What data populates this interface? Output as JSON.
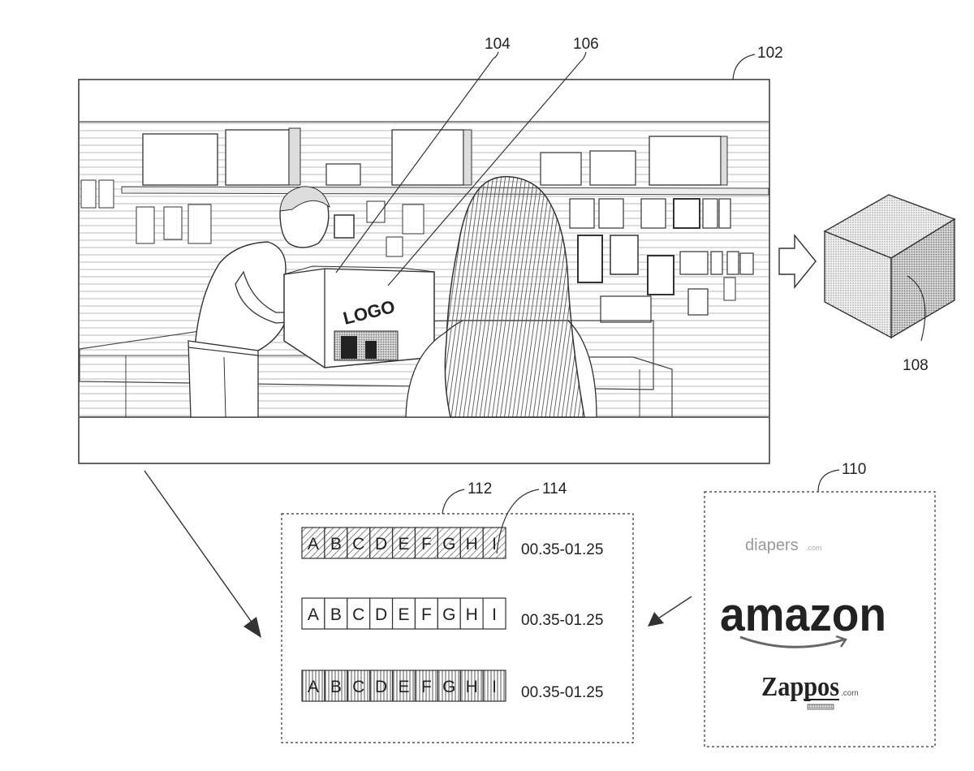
{
  "reference_labels": {
    "video_frame": "102",
    "box_surface_leader": "104",
    "logo_leader": "106",
    "cube_model": "108",
    "retailer_panel": "110",
    "segment_panel": "112",
    "cell_leader": "114"
  },
  "scene": {
    "box_logo_text": "LOGO"
  },
  "segments": {
    "rows": [
      {
        "cells": [
          "A",
          "B",
          "C",
          "D",
          "E",
          "F",
          "G",
          "H",
          "I"
        ],
        "range": "00.35-01.25",
        "fill": "diagonal-hatch"
      },
      {
        "cells": [
          "A",
          "B",
          "C",
          "D",
          "E",
          "F",
          "G",
          "H",
          "I"
        ],
        "range": "00.35-01.25",
        "fill": "none"
      },
      {
        "cells": [
          "A",
          "B",
          "C",
          "D",
          "E",
          "F",
          "G",
          "H",
          "I"
        ],
        "range": "00.35-01.25",
        "fill": "vertical-hatch"
      }
    ]
  },
  "retailers": {
    "items": [
      {
        "name": "diapers",
        "suffix": ".com"
      },
      {
        "name": "amazon"
      },
      {
        "name": "Zappos",
        "suffix": ".com"
      }
    ]
  },
  "colors": {
    "line": "#333333",
    "hatch": "#555555",
    "cube_fill": "#dedede"
  },
  "icons": [
    "right-arrow-icon",
    "cube-icon",
    "amazon-smile-icon"
  ]
}
